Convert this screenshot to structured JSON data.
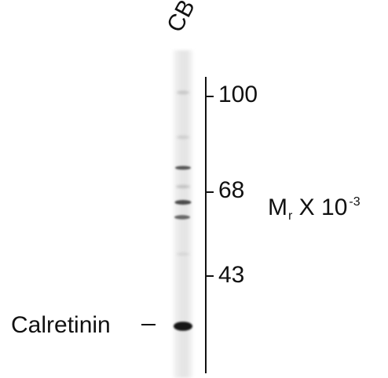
{
  "lane": {
    "label": "CB"
  },
  "molecular_weight_markers": {
    "marker_100": "100",
    "marker_68": "68",
    "marker_43": "43",
    "unit_main": "M",
    "unit_subscript": "r",
    "unit_tail": " X 10",
    "unit_exponent": "-3"
  },
  "band": {
    "label": "Calretinin"
  },
  "colors": {
    "background": "#ffffff",
    "ink": "#111111",
    "lane_base": "#dddddd",
    "band_dark": "#151515"
  },
  "icons": {
    "band_marker": "band-pointer-dash"
  }
}
